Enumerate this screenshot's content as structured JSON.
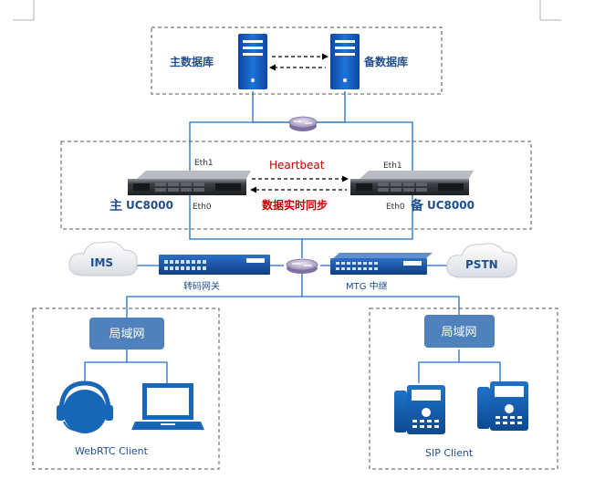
{
  "database": {
    "primary_label": "主数据库",
    "backup_label": "备数据库"
  },
  "cluster": {
    "heartbeat_label": "Heartbeat",
    "sync_label": "数据实时同步",
    "primary": {
      "prefix": "主",
      "name": "UC8000",
      "eth_top": "Eth1",
      "eth_bottom": "Eth0"
    },
    "backup": {
      "prefix": "备",
      "name": "UC8000",
      "eth_top": "Eth1",
      "eth_bottom": "Eth0"
    }
  },
  "gateways": {
    "transcoder_label": "转码网关",
    "mtg_label": "MTG 中继"
  },
  "clouds": {
    "left": "IMS",
    "right": "PSTN"
  },
  "lan": {
    "left_label": "局域网",
    "right_label": "局域网"
  },
  "clients": {
    "webrtc_label": "WebRTC Client",
    "sip_label": "SIP Client"
  },
  "colors": {
    "server_blue": "#1565c0",
    "lan_box": "#4f81bd",
    "red_text": "#c00000",
    "blue_text": "#1f4e8c"
  }
}
